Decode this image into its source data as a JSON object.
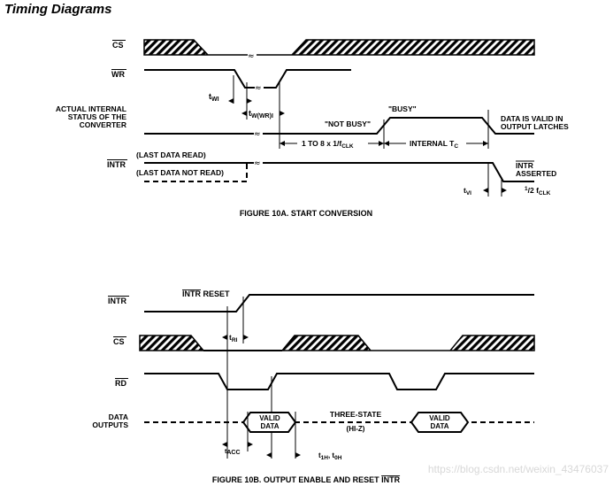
{
  "heading": "Timing Diagrams",
  "fig_a": {
    "cs": "CS",
    "wr": "WR",
    "status_l1": "ACTUAL INTERNAL",
    "status_l2": "STATUS OF THE",
    "status_l3": "CONVERTER",
    "intr": "INTR",
    "last_read": "(LAST DATA READ)",
    "last_not_read": "(LAST DATA NOT READ)",
    "twi": "t",
    "twi_sub": "WI",
    "twwr": "t",
    "twwr_sub1": "W(",
    "twwr_sub2": "WR",
    "twwr_sub3": ")I",
    "not_busy": "\"NOT BUSY\"",
    "busy": "\"BUSY\"",
    "valid_l1": "DATA IS VALID IN",
    "valid_l2": "OUTPUT LATCHES",
    "clk_text": "1 TO 8 x 1/f",
    "clk_sub": "CLK",
    "internal": "INTERNAL T",
    "internal_sub": "C",
    "asserted_top": "INTR",
    "asserted_bottom": "ASSERTED",
    "tvi": "t",
    "tvi_sub": "VI",
    "half_num": "1",
    "half_den": "/2 f",
    "half_sub": "CLK",
    "caption": "FIGURE 10A.  START CONVERSION"
  },
  "fig_b": {
    "intr": "INTR",
    "intr_reset_over": "INTR",
    "intr_reset_rest": " RESET",
    "tri": "t",
    "tri_sub": "RI",
    "cs": "CS",
    "rd": "RD",
    "data_l1": "DATA",
    "data_l2": "OUTPUTS",
    "valid1_l1": "VALID",
    "valid1_l2": "DATA",
    "three_state": "THREE-STATE",
    "hiz": "(HI-Z)",
    "valid2_l1": "VALID",
    "valid2_l2": "DATA",
    "tacc": "t",
    "tacc_sub": "ACC",
    "t1h": "t",
    "t1h_sub": "1H",
    "t1h_mid": ", t",
    "t0h_sub": "0H",
    "caption_main": "FIGURE 10B.  OUTPUT ENABLE AND RESET ",
    "caption_over": "INTR"
  },
  "watermark": "https://blog.csdn.net/weixin_43476037"
}
